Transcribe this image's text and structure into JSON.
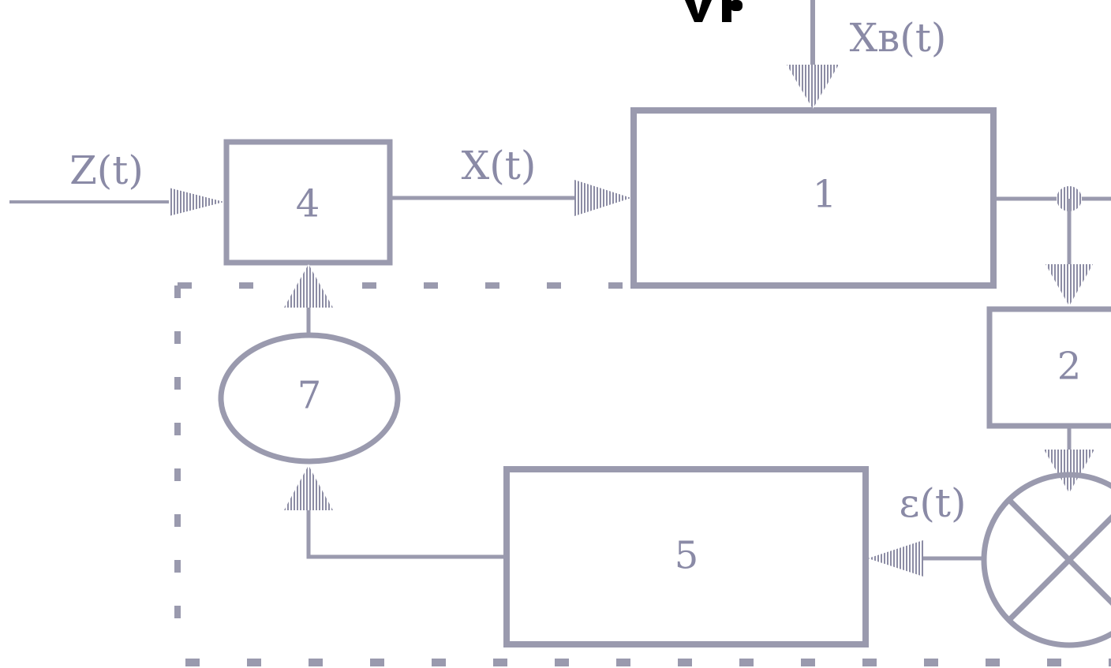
{
  "blocks": {
    "b1": "1",
    "b2": "2",
    "b4": "4",
    "b5": "5",
    "b7": "7"
  },
  "signals": {
    "z": "Z(t)",
    "x": "X(t)",
    "xb": "Xв(t)",
    "e": "ε(t)"
  },
  "colors": {
    "stroke": "#9a9aae",
    "text": "#8a8aa6"
  }
}
